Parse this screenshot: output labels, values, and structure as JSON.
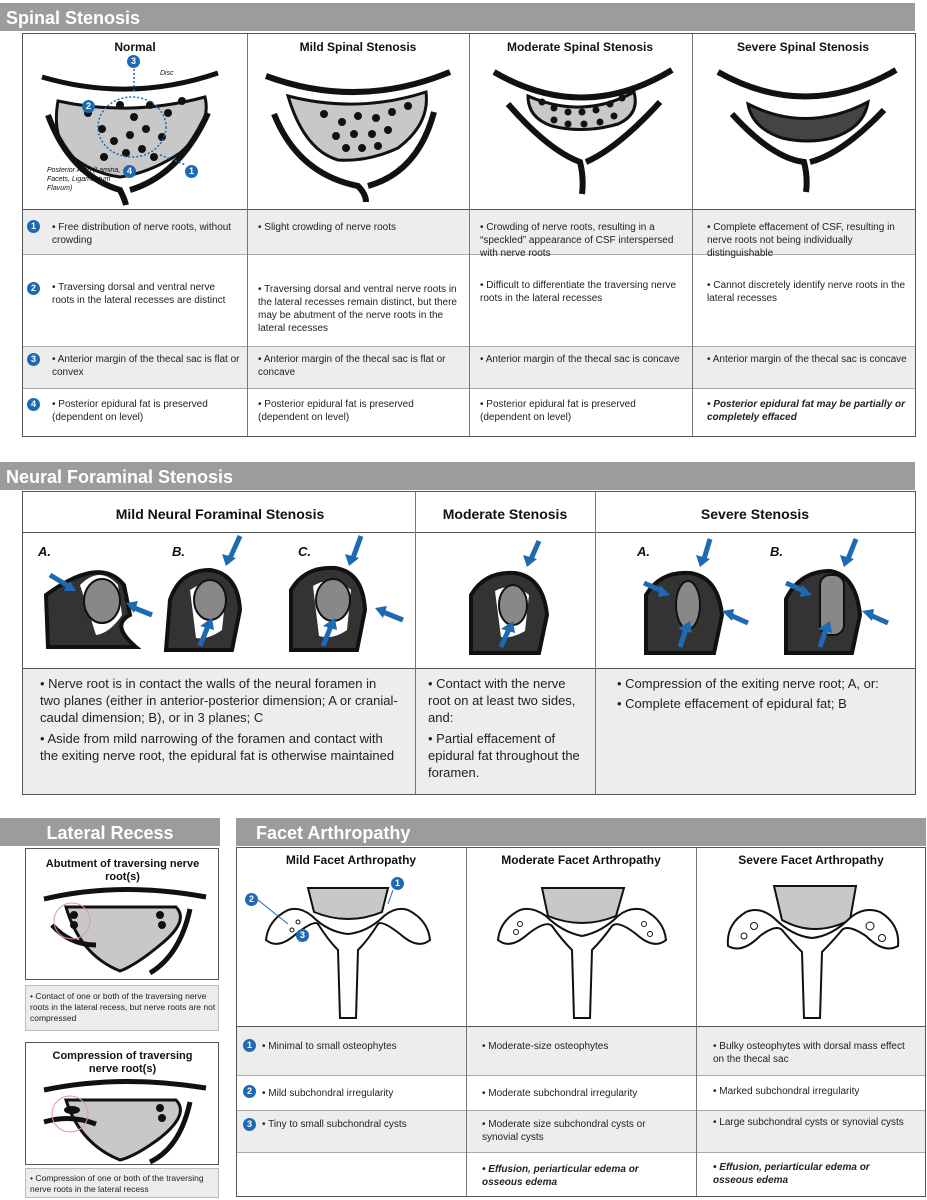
{
  "colors": {
    "accent": "#1d6ab3",
    "bar": "#9c9c9e",
    "cell_grey": "#ededee"
  },
  "spinal": {
    "title": "Spinal Stenosis",
    "columns": [
      "Normal",
      "Mild Spinal Stenosis",
      "Moderate Spinal Stenosis",
      "Severe Spinal Stenosis"
    ],
    "diagram_labels": {
      "disc": "Disc",
      "arch": "Posterior Arch (Lamina, Facets, Ligamentum Flavum)",
      "n1": "1",
      "n2": "2",
      "n3": "3",
      "n4": "4"
    },
    "row_numbers": [
      "1",
      "2",
      "3",
      "4"
    ],
    "rows": [
      [
        "• Free distribution of nerve roots, without crowding",
        "• Slight crowding of nerve roots",
        "• Crowding of nerve roots, resulting in a “speckled” appearance of CSF interspersed with nerve roots",
        "• Complete effacement of CSF, resulting in nerve roots not being individually distinguishable"
      ],
      [
        "• Traversing dorsal and ventral nerve roots in the lateral recesses are distinct",
        "• Traversing dorsal and ventral nerve roots in the lateral recesses remain distinct, but there may be abutment of the nerve roots in the lateral recesses",
        "• Difficult to differentiate the traversing nerve roots in the lateral recesses",
        "• Cannot discretely identify nerve roots in the lateral recesses"
      ],
      [
        "• Anterior margin of the thecal sac is flat or convex",
        "• Anterior margin of the thecal sac is flat or concave",
        "• Anterior margin of the thecal sac is concave",
        "• Anterior margin of the thecal sac is concave"
      ],
      [
        "• Posterior epidural fat is preserved (dependent on level)",
        "• Posterior epidural fat is preserved (dependent on level)",
        "• Posterior epidural fat is preserved (dependent on level)",
        "• Posterior epidural fat may be partially or completely effaced"
      ]
    ]
  },
  "foraminal": {
    "title": "Neural Foraminal Stenosis",
    "columns": [
      "Mild Neural Foraminal Stenosis",
      "Moderate Stenosis",
      "Severe Stenosis"
    ],
    "letters": {
      "a": "A.",
      "b": "B.",
      "c": "C."
    },
    "mild": [
      "• Nerve root is in contact the walls of the neural foramen in two planes (either in anterior-posterior dimension; A or cranial-caudal dimension; B), or in 3 planes; C",
      "• Aside from mild narrowing of the foramen and contact with the exiting nerve root, the epidural fat is otherwise maintained"
    ],
    "moderate": [
      "• Contact with the nerve root on at least two sides, and:",
      "• Partial effacement of epidural fat throughout the foramen."
    ],
    "severe": [
      "• Compression of the exiting nerve root; A, or:",
      "• Complete effacement of epidural fat; B"
    ]
  },
  "lateral": {
    "title": "Lateral Recess",
    "abutment_title": "Abutment of traversing nerve root(s)",
    "abutment_text": "• Contact of one or both of the traversing nerve roots in the lateral recess, but nerve roots are not compressed",
    "compression_title": "Compression of traversing nerve root(s)",
    "compression_text": "• Compression of one or both of the traversing nerve roots in the lateral recess"
  },
  "facet": {
    "title": "Facet Arthropathy",
    "columns": [
      "Mild Facet Arthropathy",
      "Moderate Facet Arthropathy",
      "Severe Facet Arthropathy"
    ],
    "diagram_labels": {
      "n1": "1",
      "n2": "2",
      "n3": "3"
    },
    "row_numbers": [
      "1",
      "2",
      "3"
    ],
    "rows": [
      [
        "• Minimal to small osteophytes",
        "• Moderate-size osteophytes",
        "• Bulky osteophytes with dorsal mass effect on the thecal sac"
      ],
      [
        "• Mild subchondral irregularity",
        "• Moderate subchondral irregularity",
        "• Marked subchondral irregularity"
      ],
      [
        "• Tiny to small subchondral cysts",
        "• Moderate size subchondral cysts or synovial cysts",
        "• Large subchondral cysts or synovial cysts"
      ],
      [
        "",
        "• Effusion, periarticular edema or osseous edema",
        "• Effusion, periarticular edema or osseous edema"
      ]
    ]
  }
}
